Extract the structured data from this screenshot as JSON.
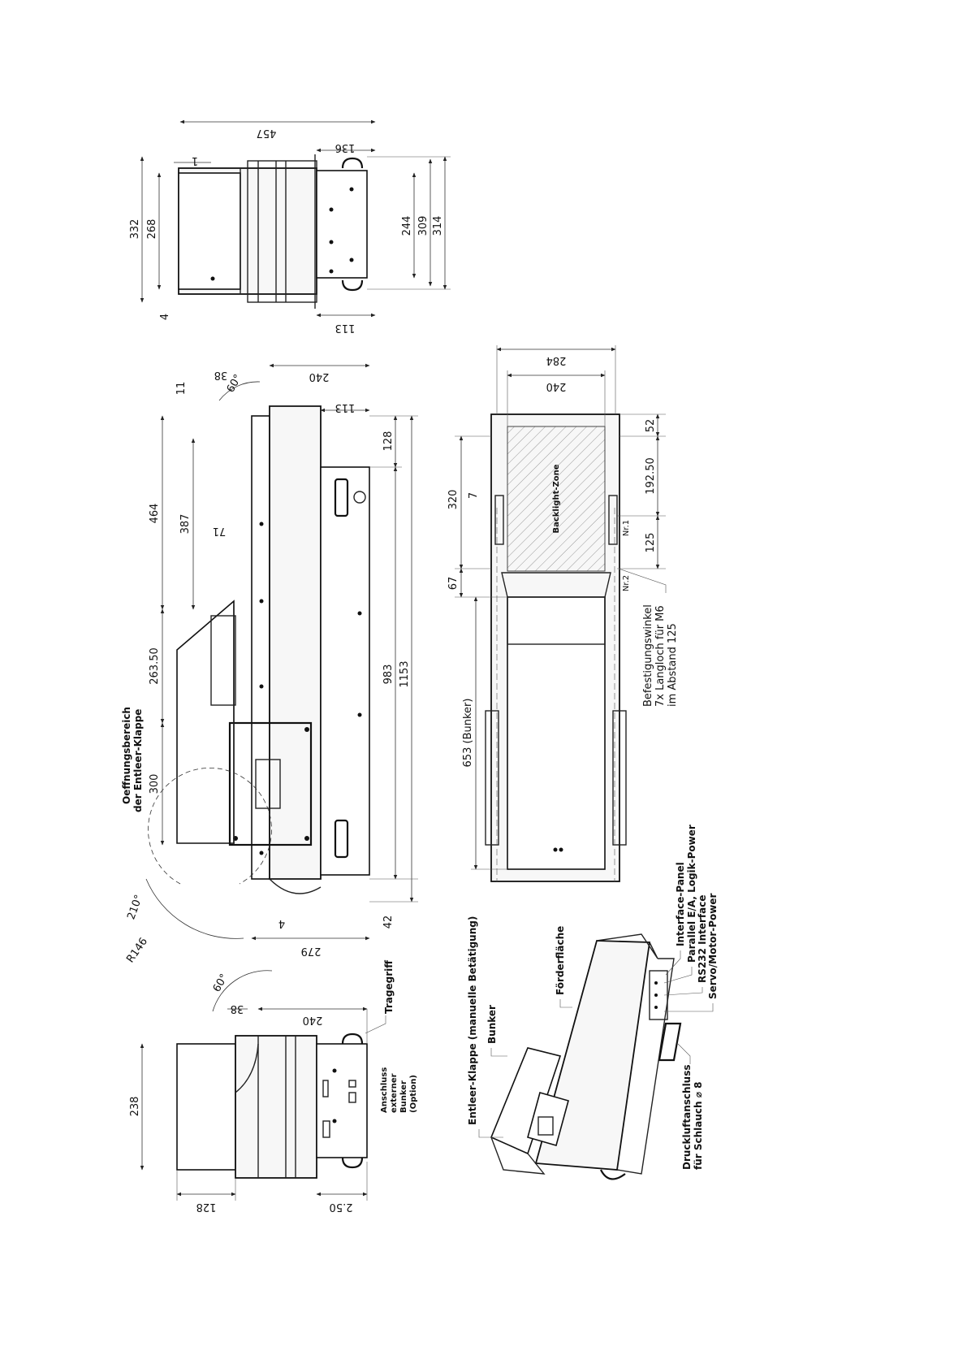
{
  "top_view": {
    "dims": {
      "d457": "457",
      "d136": "136",
      "d1": "1",
      "d332": "332",
      "d268": "268",
      "d4": "4",
      "d244": "244",
      "d309": "309",
      "d314": "314",
      "d113": "113"
    }
  },
  "side_view": {
    "dims": {
      "d11": "11",
      "d38": "38",
      "a60": "60°",
      "d240": "240",
      "d113": "113",
      "d128": "128",
      "d464": "464",
      "d387": "387",
      "d71": "71",
      "d263": "263.50",
      "d300": "300",
      "d983": "983",
      "d1153": "1153",
      "d42": "42",
      "d4": "4",
      "d279": "279",
      "a210": "210°",
      "r146": "R146"
    },
    "labels": {
      "oeffnung_1": "Oeffnungsbereich",
      "oeffnung_2": "der Entleer-Klappe"
    }
  },
  "plan_view": {
    "dims": {
      "d284": "284",
      "d240": "240",
      "d52": "52",
      "d19250": "192.50",
      "d125": "125",
      "d320": "320",
      "d7": "7",
      "d67": "67",
      "d653": "653 (Bunker)"
    },
    "labels": {
      "backlight": "Backlight-Zone",
      "nr1": "Nr.1",
      "nr2": "Nr.2",
      "befestigung_1": "Befestigungswinkel",
      "befestigung_2": "7x Langloch für M6",
      "befestigung_3": "im Abstand 125"
    }
  },
  "end_view": {
    "dims": {
      "d238": "238",
      "a60": "60°",
      "d38": "38",
      "d240": "240",
      "d128": "128",
      "d250": "2.50"
    },
    "labels": {
      "tragegriff": "Tragegriff",
      "anschluss_1": "Anschluss",
      "anschluss_2": "externer",
      "anschluss_3": "Bunker",
      "anschluss_4": "(Option)"
    }
  },
  "iso_view": {
    "labels": {
      "entleer": "Entleer-Klappe (manuelle Betätigung)",
      "bunker": "Bunker",
      "foerder": "Förderfläche",
      "interface": "Interface-Panel",
      "parallel": "Parallel E/A, Logik-Power",
      "rs232": "RS232 Interface",
      "servo": "Servo/Motor-Power",
      "druckluft_1": "Druckluftanschluss",
      "druckluft_2": "für Schlauch ⌀ 8"
    }
  }
}
